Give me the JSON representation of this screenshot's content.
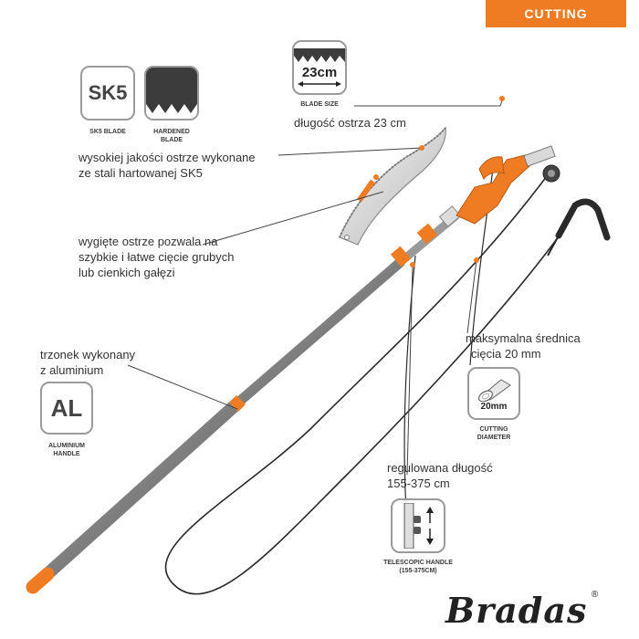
{
  "header": {
    "category": "CUTTING"
  },
  "badges": {
    "sk5": {
      "mark": "SK5",
      "caption": "SK5 BLADE"
    },
    "hardened": {
      "caption_line1": "HARDENED",
      "caption_line2": "BLADE"
    },
    "blade_size": {
      "value": "23cm",
      "caption": "BLADE SIZE"
    },
    "aluminium": {
      "mark": "AL",
      "caption_line1": "ALUMINIUM",
      "caption_line2": "HANDLE"
    },
    "cutting_diameter": {
      "value": "20mm",
      "caption_line1": "CUTTING",
      "caption_line2": "DIAMETER"
    },
    "telescopic": {
      "caption_line1": "TELESCOPIC HANDLE",
      "caption_line2": "(155-375cm)"
    }
  },
  "callouts": {
    "blade_length": "długość ostrza 23 cm",
    "blade_quality_1": "wysokiej jakości ostrze wykonane",
    "blade_quality_2": "ze stali hartowanej SK5",
    "curved_blade_1": "wygięte ostrze pozwala na",
    "curved_blade_2": "szybkie i łatwe cięcie grubych",
    "curved_blade_3": "lub cienkich gałęzi",
    "max_diameter_1": "maksymalna średnica",
    "max_diameter_2": "cięcia 20 mm",
    "handle_1": "trzonek wykonany",
    "handle_2": "z aluminium",
    "length_1": "regulowana długość",
    "length_2": "155-375 cm"
  },
  "brand": {
    "logo": "Bradas"
  },
  "colors": {
    "accent": "#ef7b22",
    "pole": "#8d8d8d",
    "dark": "#2a2a2a"
  }
}
